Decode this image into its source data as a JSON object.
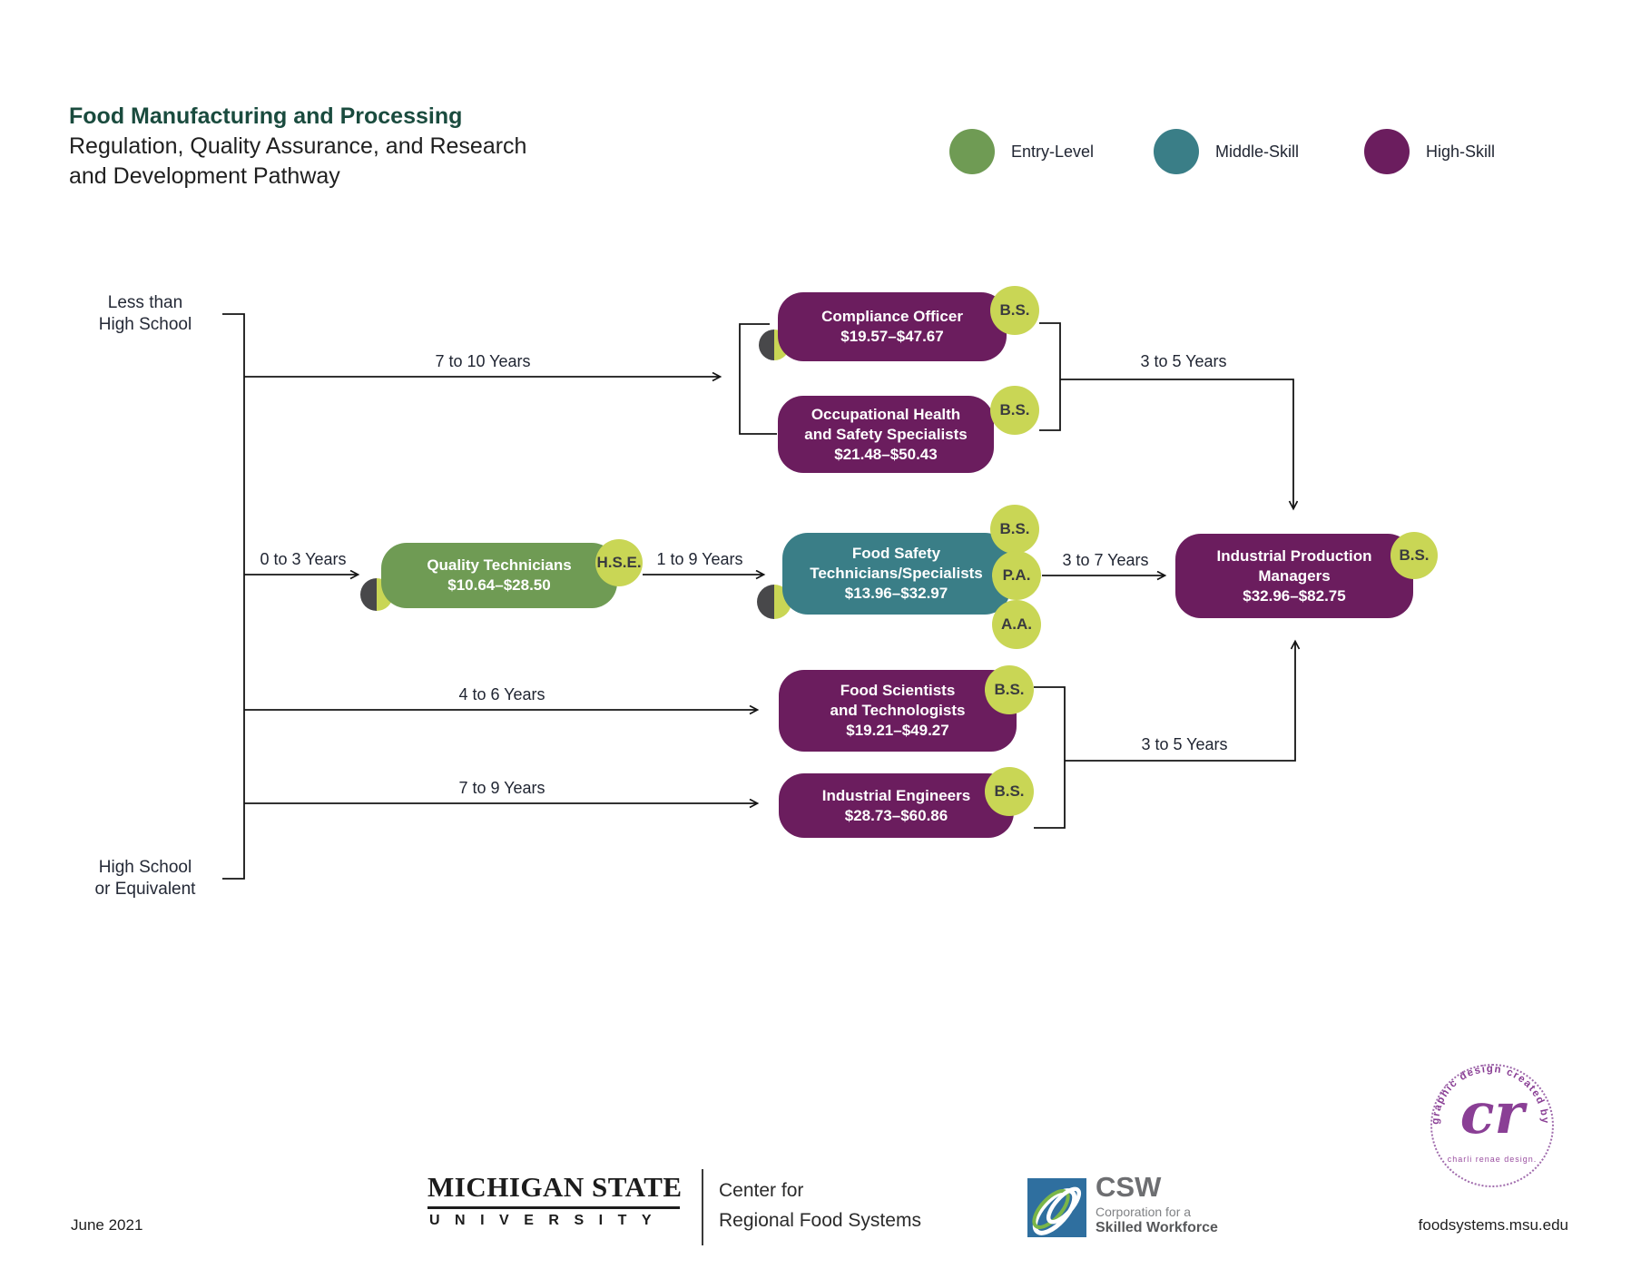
{
  "title": {
    "heading": "Food Manufacturing and Processing",
    "subtitle_line1": "Regulation, Quality Assurance, and Research",
    "subtitle_line2": "and Development Pathway"
  },
  "legend": {
    "items": [
      {
        "label": "Entry-Level",
        "color": "#6F9B54"
      },
      {
        "label": "Middle-Skill",
        "color": "#3A7E87"
      },
      {
        "label": "High-Skill",
        "color": "#6B1D5E"
      }
    ]
  },
  "entry_points": {
    "less_than_hs": {
      "line1": "Less than",
      "line2": "High School"
    },
    "hs_or_equivalent": {
      "line1": "High School",
      "line2": "or Equivalent"
    }
  },
  "edges": {
    "to_compliance_group": "7 to 10 Years",
    "to_quality_technicians": "0 to 3 Years",
    "quality_to_food_safety": "1 to 9 Years",
    "food_safety_to_ipm": "3 to 7 Years",
    "to_food_scientists": "4 to 6 Years",
    "to_industrial_engineers": "7 to 9 Years",
    "compliance_group_to_ipm": "3 to 5 Years",
    "scientists_group_to_ipm": "3 to 5 Years"
  },
  "nodes": {
    "compliance_officer": {
      "level": "high",
      "lines": [
        "Compliance Officer"
      ],
      "salary": "$19.57–$47.67",
      "badges": [
        "B.S."
      ]
    },
    "occupational_health": {
      "level": "high",
      "lines": [
        "Occupational Health",
        "and Safety Specialists"
      ],
      "salary": "$21.48–$50.43",
      "badges": [
        "B.S."
      ]
    },
    "quality_technicians": {
      "level": "entry",
      "lines": [
        "Quality Technicians"
      ],
      "salary": "$10.64–$28.50",
      "badges": [
        "H.S.E."
      ]
    },
    "food_safety": {
      "level": "middle",
      "lines": [
        "Food Safety",
        "Technicians/Specialists"
      ],
      "salary": "$13.96–$32.97",
      "badges": [
        "B.S.",
        "P.A.",
        "A.A."
      ]
    },
    "food_scientists": {
      "level": "high",
      "lines": [
        "Food Scientists",
        "and Technologists"
      ],
      "salary": "$19.21–$49.27",
      "badges": [
        "B.S."
      ]
    },
    "industrial_engineers": {
      "level": "high",
      "lines": [
        "Industrial Engineers"
      ],
      "salary": "$28.73–$60.86",
      "badges": [
        "B.S."
      ]
    },
    "industrial_production_managers": {
      "level": "high",
      "lines": [
        "Industrial Production",
        "Managers"
      ],
      "salary": "$32.96–$82.75",
      "badges": [
        "B.S."
      ]
    }
  },
  "footer": {
    "date": "June 2021",
    "msu": {
      "line1": "MICHIGAN STATE",
      "line2": "UNIVERSITY"
    },
    "crfs": {
      "line1": "Center for",
      "line2": "Regional Food Systems"
    },
    "csw": {
      "abbr": "CSW",
      "line1": "Corporation for a",
      "line2": "Skilled Workforce"
    },
    "website": "foodsystems.msu.edu"
  },
  "stamp": {
    "arc_text": "graphic design created by",
    "monogram": "cr",
    "caption": "charli renae design."
  }
}
